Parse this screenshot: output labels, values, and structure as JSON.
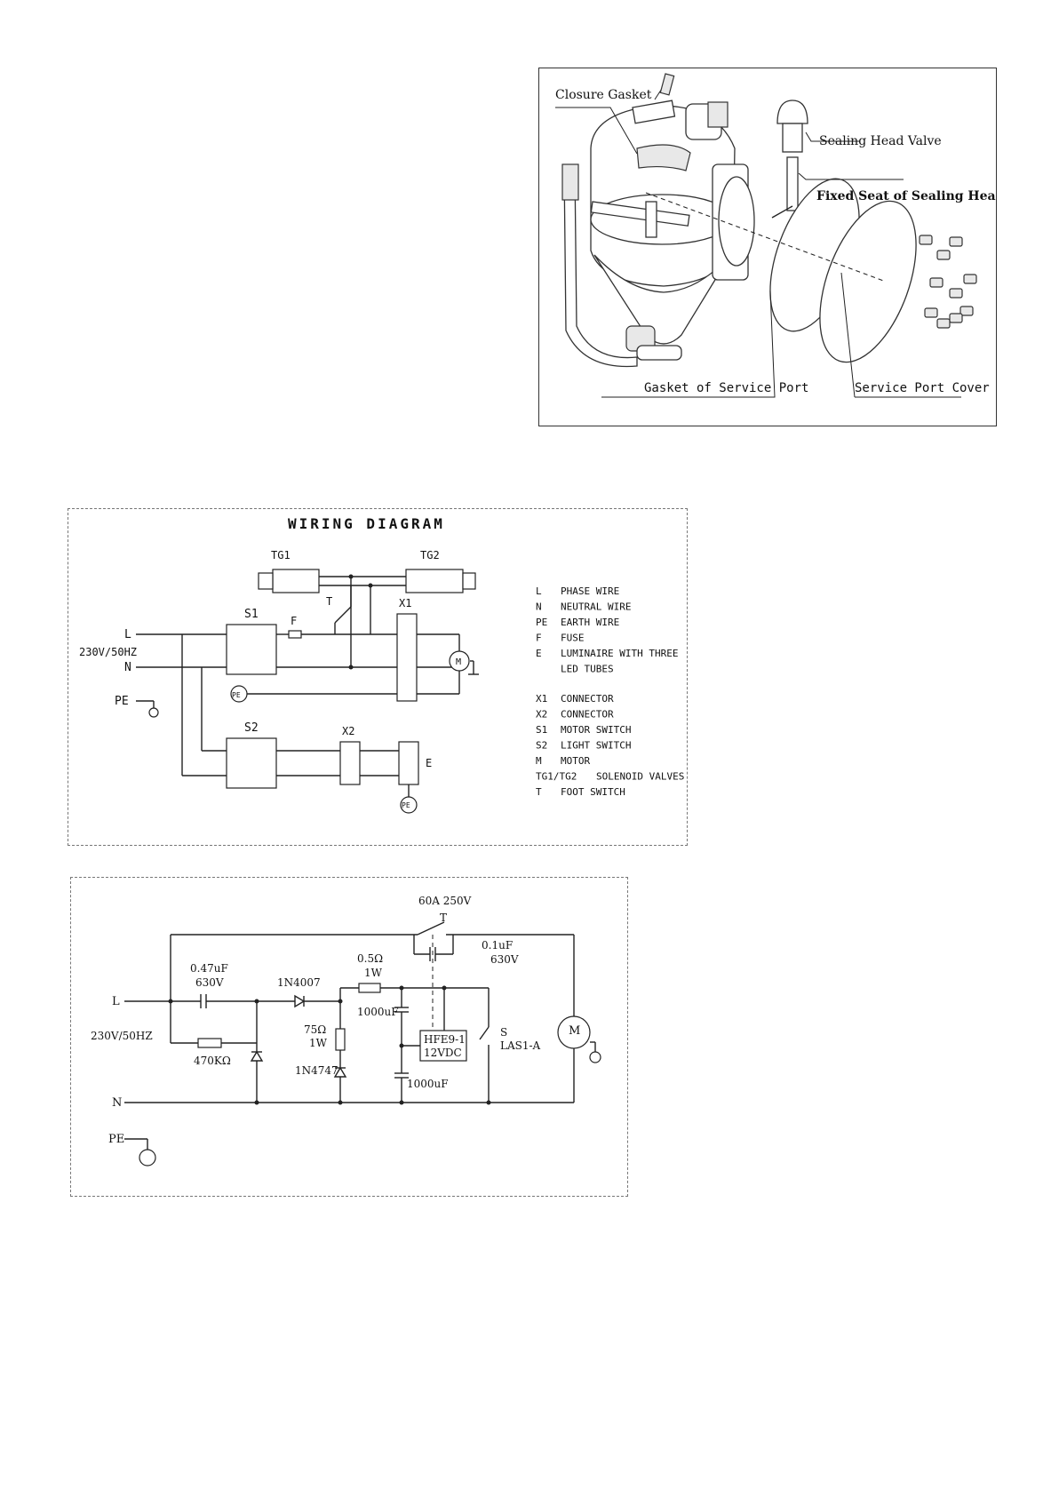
{
  "exploded_view": {
    "labels": {
      "closure_gasket": "Closure Gasket",
      "sealing_head_valve": "Sealing Head Valve",
      "fixed_seat": "Fixed Seat of Sealing Head",
      "gasket_service_port": "Gasket of Service Port",
      "service_port_cover": "Service Port Cover"
    }
  },
  "wiring_diagram": {
    "title": "WIRING DIAGRAM",
    "supply": "230V/50HZ",
    "nodes": {
      "L": "L",
      "N": "N",
      "PE": "PE",
      "TG1": "TG1",
      "TG2": "TG2",
      "S1": "S1",
      "S2": "S2",
      "X1": "X1",
      "X2": "X2",
      "F": "F",
      "T": "T",
      "M": "M",
      "E": "E",
      "pe_circle": "PE"
    },
    "legend": [
      {
        "code": "L",
        "desc": "PHASE WIRE"
      },
      {
        "code": "N",
        "desc": "NEUTRAL WIRE"
      },
      {
        "code": "PE",
        "desc": "EARTH WIRE"
      },
      {
        "code": "F",
        "desc": "FUSE"
      },
      {
        "code": "E",
        "desc": "LUMINAIRE WITH THREE"
      },
      {
        "code": "",
        "desc": "LED TUBES"
      },
      {
        "code": "X1",
        "desc": "CONNECTOR"
      },
      {
        "code": "X2",
        "desc": "CONNECTOR"
      },
      {
        "code": "S1",
        "desc": "MOTOR SWITCH"
      },
      {
        "code": "S2",
        "desc": "LIGHT SWITCH"
      },
      {
        "code": "M",
        "desc": "MOTOR"
      },
      {
        "code": "TG1/TG2",
        "desc": "SOLENOID  VALVES"
      },
      {
        "code": "T",
        "desc": "FOOT  SWITCH"
      }
    ]
  },
  "control_circuit": {
    "labels": {
      "switch_rating": "60A 250V",
      "T": "T",
      "L": "L",
      "N": "N",
      "PE": "PE",
      "supply": "230V/50HZ",
      "cap1_value": "0.47uF",
      "cap1_voltage": "630V",
      "resistor1": "470KΩ",
      "diode1": "1N4007",
      "r2_value": "75Ω",
      "r2_power": "1W",
      "zener": "1N4747",
      "r3_value": "0.5Ω",
      "r3_power": "1W",
      "cap2": "1000uF",
      "cap3": "1000uF",
      "relay_model": "HFE9-1",
      "relay_voltage": "12VDC",
      "s_label": "S",
      "s_model": "LAS1-A",
      "cap4_value": "0.1uF",
      "cap4_voltage": "630V",
      "motor": "M"
    }
  }
}
